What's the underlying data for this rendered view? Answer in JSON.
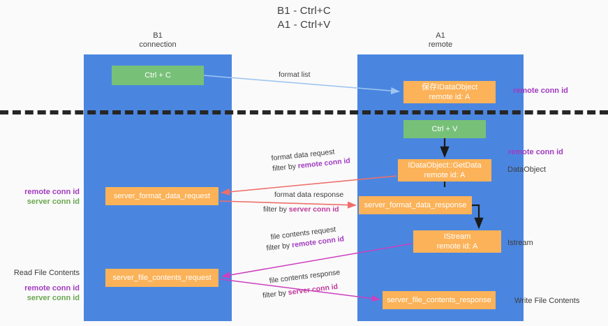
{
  "title": {
    "line1": "B1 - Ctrl+C",
    "line2": "A1 - Ctrl+V"
  },
  "columns": {
    "left": {
      "name": "B1",
      "role": "connection"
    },
    "right": {
      "name": "A1",
      "role": "remote"
    }
  },
  "boxes": {
    "ctrl_c": {
      "label": "Ctrl + C",
      "color": "#77c078"
    },
    "save_idataobject": {
      "line1": "保存IDataObject",
      "line2": "remote id: A",
      "color": "#fbb258"
    },
    "ctrl_v": {
      "label": "Ctrl + V",
      "color": "#77c078"
    },
    "getdata": {
      "line1": "IDataObject::GetData",
      "line2": "remote id: A",
      "color": "#fbb258"
    },
    "server_format_data_request": {
      "label": "server_format_data_request",
      "color": "#fbb258"
    },
    "server_format_data_response": {
      "label": "server_format_data_response",
      "color": "#fbb258"
    },
    "istream": {
      "line1": "IStream",
      "line2": "remote id: A",
      "color": "#fbb258"
    },
    "server_file_contents_request": {
      "label": "server_file_contents_request",
      "color": "#fbb258"
    },
    "server_file_contents_response": {
      "label": "server_file_contents_response",
      "color": "#fbb258"
    }
  },
  "edge_labels": {
    "format_list": "format list",
    "format_data_request": {
      "line1": "format data request",
      "filter_prefix": "filter by ",
      "filter_key": "remote conn id"
    },
    "format_data_response": {
      "line1": "format data response",
      "filter_prefix": "filter by ",
      "filter_key": "server conn id"
    },
    "file_contents_request": {
      "line1": "file contents request",
      "filter_prefix": "filter by ",
      "filter_key": "remote conn id"
    },
    "file_contents_response": {
      "line1": "file contents response",
      "filter_prefix": "filter by ",
      "filter_key": "server conn id"
    }
  },
  "right_annotations": {
    "remote_conn_id_top": "remote conn id",
    "remote_conn_id_mid": "remote conn id",
    "dataobject": "DataObject",
    "istream": "Istream",
    "write_file_contents": "Write File Contents"
  },
  "left_annotations": {
    "middle": {
      "remote": "remote conn id",
      "server": "server conn id"
    },
    "read": {
      "heading": "Read File Contents",
      "remote": "remote conn id",
      "server": "server conn id"
    }
  },
  "colors": {
    "lane": "#4a86e0",
    "green_box": "#77c078",
    "orange_box": "#fbb258",
    "purple": "#a23ac0",
    "green_text": "#6aa84f",
    "magenta": "#c0399a",
    "divider": "#262626",
    "arrow_blue": "#9fc5f0",
    "arrow_red": "#ee6f6a",
    "arrow_black": "#1a1a1a",
    "arrow_magenta": "#cc3fbf",
    "background": "#fafafa"
  }
}
